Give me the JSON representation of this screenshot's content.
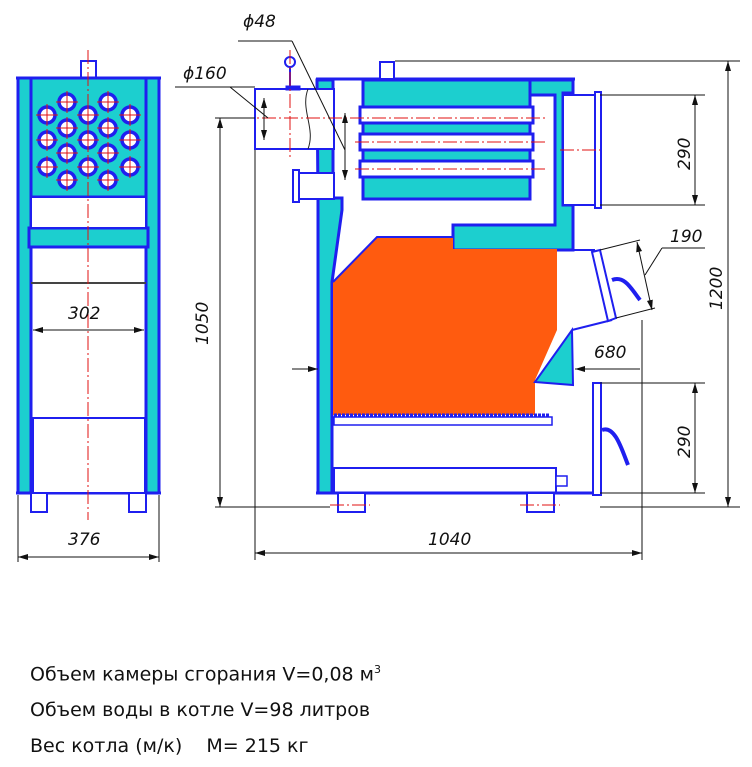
{
  "colors": {
    "outline": "#1f1fef",
    "water_jacket": "#1ccfcf",
    "fire": "#ff5b0f",
    "centerline": "#e01010"
  },
  "dimensions": {
    "d48": "ϕ48",
    "d160": "ϕ160",
    "w302": "302",
    "w376": "376",
    "h1050": "1050",
    "h1200": "1200",
    "h290_top": "290",
    "h290_bottom": "290",
    "d190": "190",
    "d680": "680",
    "l1040": "1040"
  },
  "notes": {
    "line1": "Объем камеры сгорания V=0,08 м",
    "line1_sup": "3",
    "line2": "Объем воды в котле V=98 литров",
    "line3": "Вес котла (м/к)    M= 215 кг"
  }
}
